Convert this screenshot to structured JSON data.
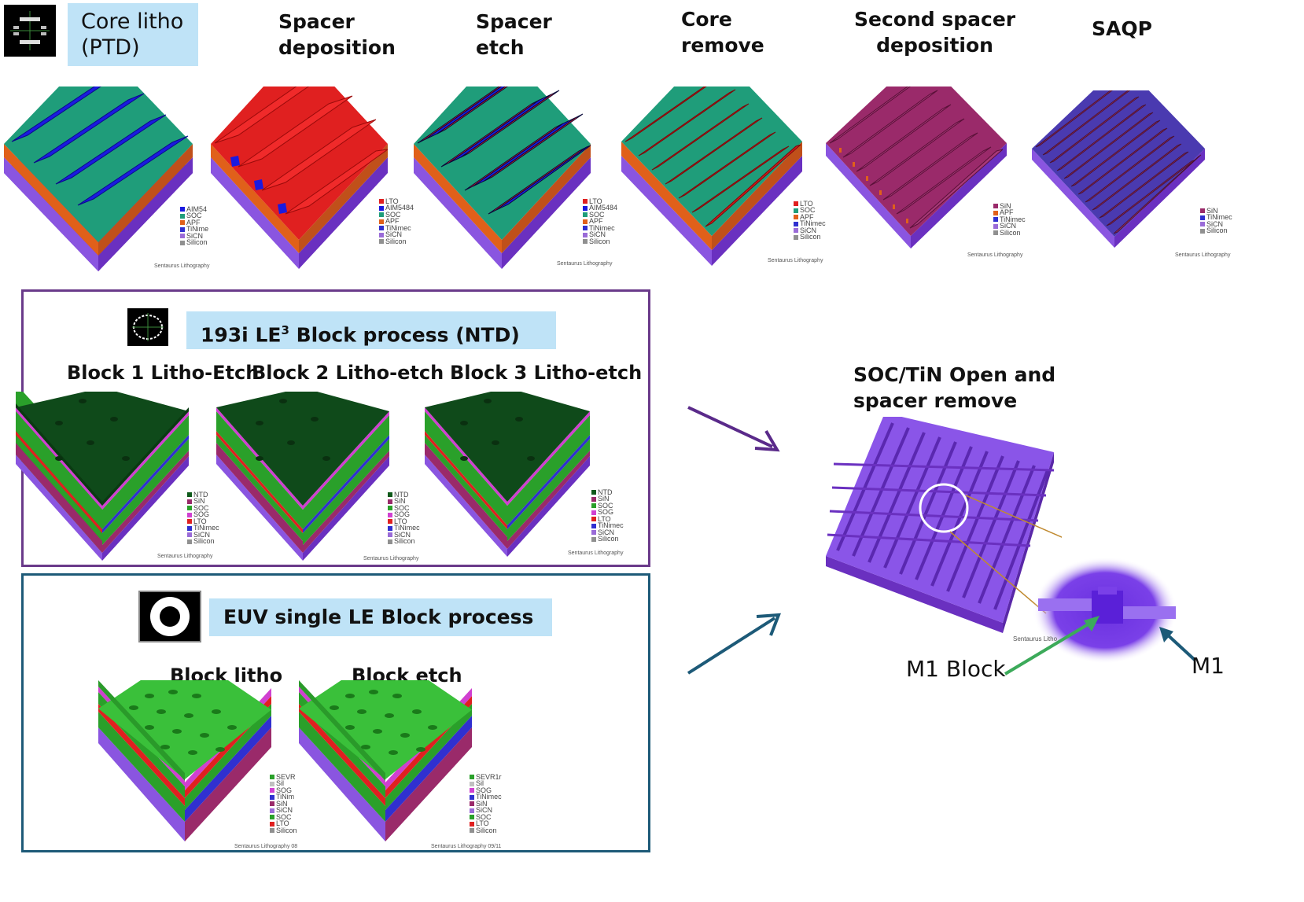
{
  "top_steps": [
    {
      "title": "Core litho\n(PTD)",
      "legend": [
        {
          "label": "AIM54",
          "color": "#1a1ae0"
        },
        {
          "label": "SOC",
          "color": "#1f9d7a"
        },
        {
          "label": "APF",
          "color": "#e0601a"
        },
        {
          "label": "TiNime",
          "color": "#3030d0"
        },
        {
          "label": "SiCN",
          "color": "#9a6bd8"
        },
        {
          "label": "Silicon",
          "color": "#909090"
        }
      ],
      "watermark": "Sentaurus Lithography"
    },
    {
      "title": "Spacer\ndeposition",
      "legend": [
        {
          "label": "LTO",
          "color": "#e02020"
        },
        {
          "label": "AIM5484",
          "color": "#1a1ae0"
        },
        {
          "label": "SOC",
          "color": "#1f9d7a"
        },
        {
          "label": "APF",
          "color": "#e0601a"
        },
        {
          "label": "TiNimec",
          "color": "#3030d0"
        },
        {
          "label": "SiCN",
          "color": "#9a6bd8"
        },
        {
          "label": "Silicon",
          "color": "#909090"
        }
      ],
      "watermark": "Sentaurus Lithography"
    },
    {
      "title": "Spacer\netch",
      "legend": [
        {
          "label": "LTO",
          "color": "#e02020"
        },
        {
          "label": "AIM5484",
          "color": "#1a1ae0"
        },
        {
          "label": "SOC",
          "color": "#1f9d7a"
        },
        {
          "label": "APF",
          "color": "#e0601a"
        },
        {
          "label": "TiNimec",
          "color": "#3030d0"
        },
        {
          "label": "SiCN",
          "color": "#9a6bd8"
        },
        {
          "label": "Silicon",
          "color": "#909090"
        }
      ],
      "watermark": "Sentaurus Lithography"
    },
    {
      "title": "Core\nremove",
      "legend": [
        {
          "label": "LTO",
          "color": "#e02020"
        },
        {
          "label": "SOC",
          "color": "#1f9d7a"
        },
        {
          "label": "APF",
          "color": "#e0601a"
        },
        {
          "label": "TiNimec",
          "color": "#3030d0"
        },
        {
          "label": "SiCN",
          "color": "#9a6bd8"
        },
        {
          "label": "Silicon",
          "color": "#909090"
        }
      ],
      "watermark": "Sentaurus Lithography"
    },
    {
      "title": "Second spacer\ndeposition",
      "legend": [
        {
          "label": "SiN",
          "color": "#9a2a6a"
        },
        {
          "label": "APF",
          "color": "#e0601a"
        },
        {
          "label": "TiNimec",
          "color": "#3030d0"
        },
        {
          "label": "SiCN",
          "color": "#9a6bd8"
        },
        {
          "label": "Silicon",
          "color": "#909090"
        }
      ],
      "watermark": "Sentaurus Lithography"
    },
    {
      "title": "SAQP",
      "legend": [
        {
          "label": "SiN",
          "color": "#9a2a6a"
        },
        {
          "label": "TiNimec",
          "color": "#3030d0"
        },
        {
          "label": "SiCN",
          "color": "#9a6bd8"
        },
        {
          "label": "Silicon",
          "color": "#909090"
        }
      ],
      "watermark": "Sentaurus Lithography"
    }
  ],
  "le3_panel": {
    "header": "193i LE3 Block process (NTD)",
    "header_main": "193i LE",
    "header_sup": "3",
    "header_tail": " Block process (NTD)",
    "steps": [
      "Block 1  Litho-Etch",
      "Block 2  Litho-etch",
      "Block 3  Litho-etch"
    ],
    "legend": [
      {
        "label": "NTD",
        "color": "#0f5a1a"
      },
      {
        "label": "SiN",
        "color": "#9a2a6a"
      },
      {
        "label": "SOC",
        "color": "#2aa02a"
      },
      {
        "label": "SOG",
        "color": "#d040d0"
      },
      {
        "label": "LTO",
        "color": "#e02020"
      },
      {
        "label": "TiNimec",
        "color": "#3030d0"
      },
      {
        "label": "SiCN",
        "color": "#9a6bd8"
      },
      {
        "label": "Silicon",
        "color": "#909090"
      }
    ],
    "watermark": "Sentaurus Lithography",
    "border_color": "#6a3a8a"
  },
  "euv_panel": {
    "header": "EUV single LE Block process",
    "steps": [
      "Block litho",
      "Block etch"
    ],
    "legend_litho": [
      {
        "label": "SEVR",
        "color": "#2aa02a"
      },
      {
        "label": "Sil",
        "color": "#c0c0c0"
      },
      {
        "label": "SOG",
        "color": "#d040d0"
      },
      {
        "label": "TiNim",
        "color": "#3030d0"
      },
      {
        "label": "SiN",
        "color": "#9a2a6a"
      },
      {
        "label": "SiCN",
        "color": "#9a6bd8"
      },
      {
        "label": "SOC",
        "color": "#2aa02a"
      },
      {
        "label": "LTO",
        "color": "#e02020"
      },
      {
        "label": "Silicon",
        "color": "#909090"
      }
    ],
    "legend_etch": [
      {
        "label": "SEVR1r",
        "color": "#2aa02a"
      },
      {
        "label": "Sil",
        "color": "#c0c0c0"
      },
      {
        "label": "SOG",
        "color": "#d040d0"
      },
      {
        "label": "TiNimec",
        "color": "#3030d0"
      },
      {
        "label": "SiN",
        "color": "#9a2a6a"
      },
      {
        "label": "SiCN",
        "color": "#9a6bd8"
      },
      {
        "label": "SOC",
        "color": "#2aa02a"
      },
      {
        "label": "LTO",
        "color": "#e02020"
      },
      {
        "label": "Silicon",
        "color": "#909090"
      }
    ],
    "watermark_litho": "Sentaurus Lithography 08",
    "watermark_etch": "Sentaurus Lithography 09/11",
    "border_color": "#1d5a78"
  },
  "result": {
    "title": "SOC/TiN Open and\nspacer remove",
    "label_block": "M1 Block",
    "label_m1": "M1",
    "watermark": "Sentaurus Litho"
  },
  "colors": {
    "header_bg": "#bfe3f7",
    "arrow_purple": "#5a2a8a",
    "arrow_blue": "#1d5a78",
    "arrow_green": "#3caa5a",
    "line_orange": "#c08a30"
  }
}
